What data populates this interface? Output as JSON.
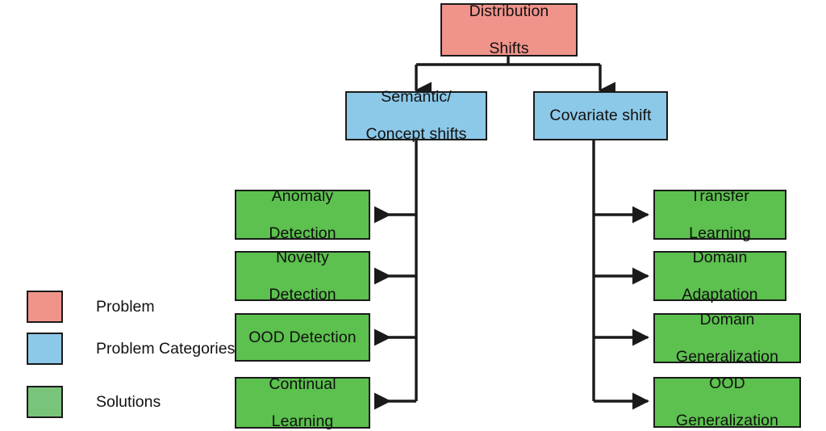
{
  "diagram": {
    "title": "Distribution Shifts taxonomy",
    "type": "tree-flowchart",
    "root": {
      "label": "Distribution\nShifts",
      "line1": "Distribution",
      "line2": "Shifts"
    },
    "categories": [
      {
        "id": "semantic",
        "line1": "Semantic/",
        "line2": "Concept shifts"
      },
      {
        "id": "covariate",
        "line1": "Covariate shift",
        "line2": ""
      }
    ],
    "solutions_left": [
      {
        "line1": "Anomaly",
        "line2": "Detection"
      },
      {
        "line1": "Novelty",
        "line2": "Detection"
      },
      {
        "line1": "OOD Detection",
        "line2": ""
      },
      {
        "line1": "Continual",
        "line2": "Learning"
      }
    ],
    "solutions_right": [
      {
        "line1": "Transfer",
        "line2": "Learning"
      },
      {
        "line1": "Domain",
        "line2": "Adaptation"
      },
      {
        "line1": "Domain",
        "line2": "Generalization"
      },
      {
        "line1": "OOD",
        "line2": "Generalization"
      }
    ]
  },
  "legend": {
    "items": [
      {
        "label": "Problem",
        "color": "#F0948B"
      },
      {
        "label": "Problem Categories",
        "color": "#8CC8E8"
      },
      {
        "label": "Solutions",
        "color": "#79C47A"
      }
    ]
  },
  "colors": {
    "problem": "#F0948B",
    "problem_categories": "#8CC8E8",
    "solutions": "#5CC14E",
    "legend_solutions": "#79C47A",
    "stroke": "#1a1a1a",
    "background": "#ffffff"
  }
}
